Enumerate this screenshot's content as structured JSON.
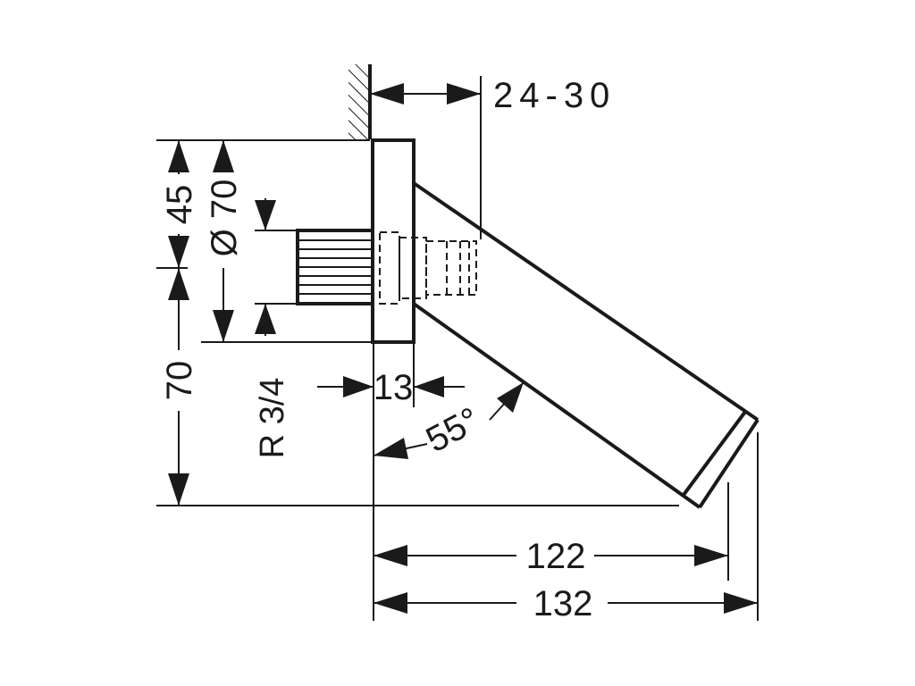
{
  "labels": {
    "wall_thickness": "24-30",
    "height_upper": "45",
    "diameter": "Ø 70",
    "height_lower": "70",
    "thread": "R 3/4",
    "flange_depth": "13",
    "angle": "55°",
    "projection_short": "122",
    "projection_long": "132"
  },
  "colors": {
    "line": "#1a1a1a",
    "background": "#ffffff"
  }
}
